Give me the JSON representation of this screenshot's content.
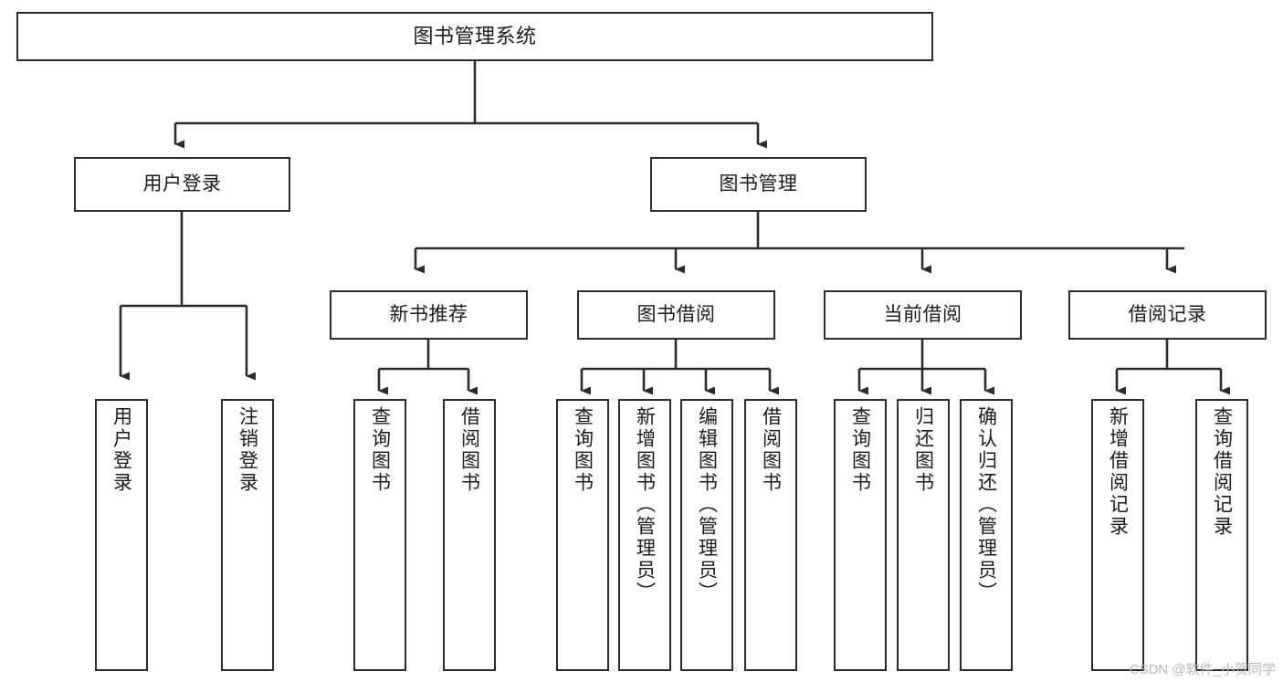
{
  "diagram": {
    "title": "图书管理系统",
    "type": "tree-hierarchy-chart",
    "background_color": "#ffffff",
    "line_color": "#2b2b2b",
    "text_color": "#1a1a1a"
  },
  "nodes": {
    "root": {
      "label": "图书管理系统"
    },
    "level1": [
      {
        "label": "用户登录"
      },
      {
        "label": "图书管理"
      }
    ],
    "level2": [
      {
        "label": "新书推荐"
      },
      {
        "label": "图书借阅"
      },
      {
        "label": "当前借阅"
      },
      {
        "label": "借阅记录"
      }
    ],
    "leaves": {
      "user_login": [
        {
          "label": "用户登录"
        },
        {
          "label": "注销登录"
        }
      ],
      "new_book_recommend": [
        {
          "label": "查询图书"
        },
        {
          "label": "借阅图书"
        }
      ],
      "book_borrow": [
        {
          "label": "查询图书"
        },
        {
          "label": "新增图书（管理员）"
        },
        {
          "label": "编辑图书（管理员）"
        },
        {
          "label": "借阅图书"
        }
      ],
      "current_borrow": [
        {
          "label": "查询图书"
        },
        {
          "label": "归还图书"
        },
        {
          "label": "确认归还（管理员）"
        }
      ],
      "borrow_record": [
        {
          "label": "新增借阅记录"
        },
        {
          "label": "查询借阅记录"
        }
      ]
    }
  },
  "watermark": {
    "text": "CSDN @软件_小贺同学"
  }
}
